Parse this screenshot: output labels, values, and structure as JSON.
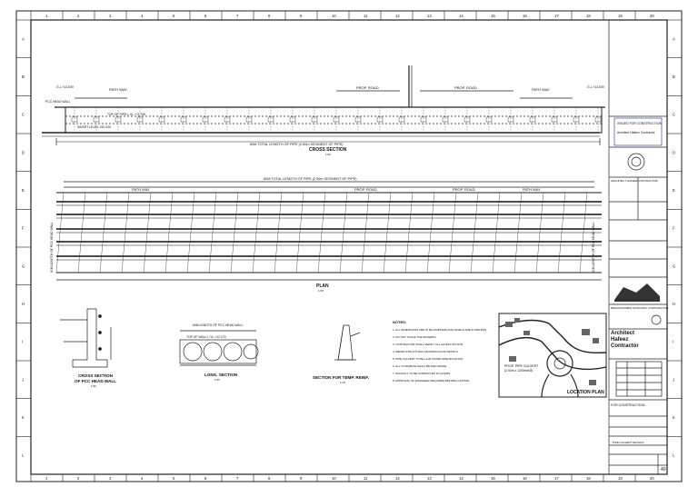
{
  "cross_section": {
    "title": "CROSS SECTION",
    "scale": "1:50",
    "path_way_left": "PATH WAY",
    "path_way_right": "PATH WAY",
    "prop_road_1": "PROP. ROAD",
    "prop_road_2": "PROP. ROAD",
    "top_of_pipe": "TOP OF PIPE L.VL.+11.700",
    "invert_level": "INVERT LEVEL 010.000",
    "pipe_length": "60M TOTAL LENGTH OF PIPE (2.50m SEGMENT OF PIPE)",
    "gl_left": "G.L.+13.000",
    "gl_right": "G.L.+13.000",
    "pcc_head": "PCC HEAD WALL"
  },
  "plan": {
    "title": "PLAN",
    "scale": "1:50",
    "top_label": "60M TOTAL LENGTH OF PIPE (2.50m SEGMENT OF PIPE)",
    "path_way_left": "PATH WAY",
    "path_way_right": "PATH WAY",
    "prop_road_1": "PROP. ROAD",
    "prop_road_2": "PROP. ROAD",
    "side_left": "60M LENGTH OF PCC HEAD WALL",
    "side_right": "60M LENGTH OF PCC HEAD WALL"
  },
  "details": {
    "head_wall_title_1": "CROSS SECTION",
    "head_wall_title_2": "OF PCC HEAD WALL",
    "head_wall_scale": "1:50",
    "long_section_title": "LONG. SECTION",
    "long_section_scale": "1:50",
    "long_section_top": "60M LENGTH OF PCC HEAD WALL",
    "long_section_wall": "TOP OF WALL L.VL.+12.170",
    "temp_reinf_title": "SECTION FOR TEMP. REINF.",
    "temp_reinf_scale": "1:10"
  },
  "notes": {
    "heading": "NOTES:",
    "items": [
      "1. ALL DIMENSIONS ARE IN MILLIMETERS AND LEVELS ARE IN METERS.",
      "2. DO NOT SCALE THE DRAWING.",
      "3. CONTRACTOR SHALL VERIFY ALL LEVELS ON SITE.",
      "4. REFER STRUCTURAL DRAWINGS FOR DETAILS.",
      "5. PIPE CULVERT TO BE LAID AS PER SPECIFICATION.",
      "6. ALL CONCRETE SHALL BE M20 GRADE.",
      "7. BACKFILL TO BE COMPACTED IN LAYERS.",
      "8. APPROVAL OF ENGINEER REQUIRED BEFORE CASTING."
    ]
  },
  "location_plan": {
    "title": "LOCATION PLAN",
    "callout_1": "PROP. PIPE CULVERT",
    "callout_2": "(2.50m x 1200mmØ)"
  },
  "title_block": {
    "stamp_1": "ISSUED FOR CONSTRUCTION",
    "stamp_2": "Architect Hafeez Contractor",
    "client_1": "ARCHITECT HAFEEZ CONTRACTOR",
    "corp_name": "BRIHANMUMBAI MUNICIPAL CORPORATION",
    "architect_1": "Architect",
    "architect_2": "Hafeez",
    "architect_3": "Contractor",
    "status": "FOR CONSTRUCTION",
    "drawing_title": "PIPE CULVERT DETAILS",
    "drawing_no": "40"
  },
  "grid": {
    "top": [
      "1",
      "2",
      "3",
      "4",
      "5",
      "6",
      "7",
      "8",
      "9",
      "10",
      "11",
      "12",
      "13",
      "14",
      "15",
      "16",
      "17",
      "18",
      "19",
      "20"
    ],
    "side": [
      "A",
      "B",
      "C",
      "D",
      "E",
      "F",
      "G",
      "H",
      "I",
      "J",
      "K",
      "L"
    ]
  }
}
